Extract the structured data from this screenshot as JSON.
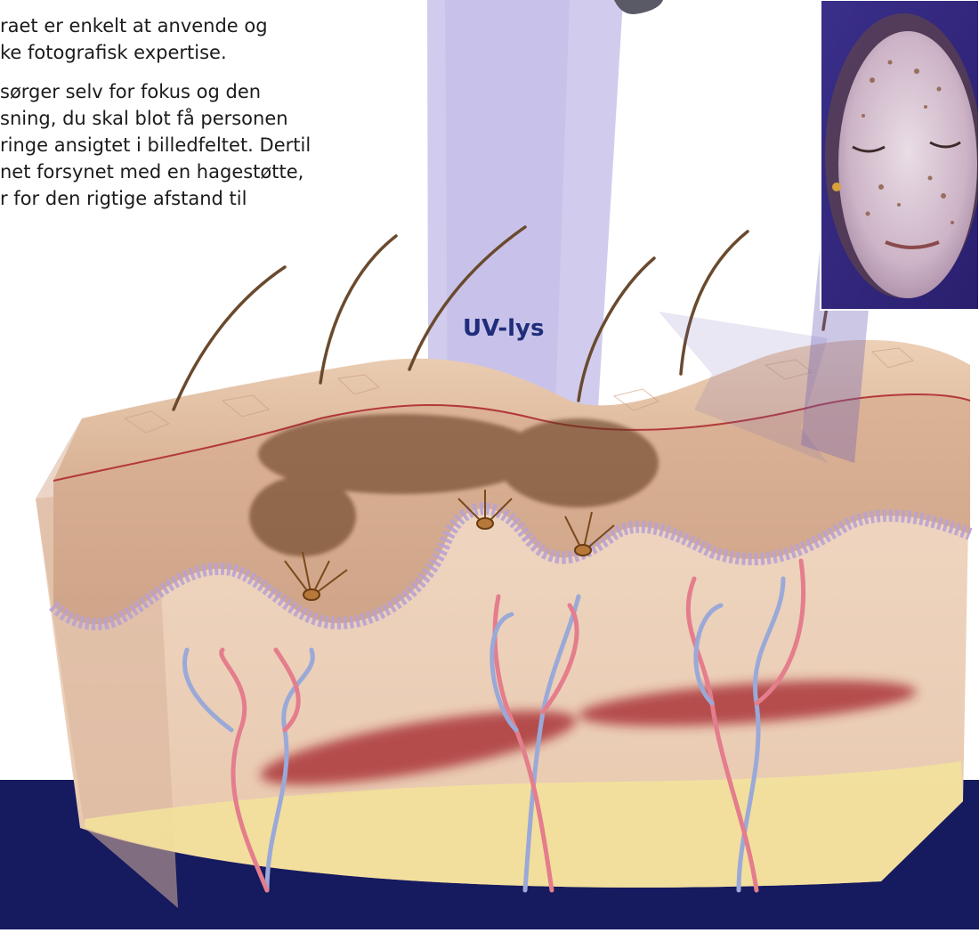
{
  "intro": {
    "paragraph1": [
      "raet er enkelt at anvende og",
      "ke fotografisk expertise."
    ],
    "paragraph2": [
      "sørger selv for fokus og den",
      "sning, du skal blot få personen",
      "ringe ansigtet i billedfeltet. Dertil",
      "net forsynet med en hagestøtte,",
      "r for den rigtige afstand til"
    ]
  },
  "diagram": {
    "uv_label": "UV-lys"
  },
  "colors": {
    "navy_band": "#161a5e",
    "uv_beam": "#9a8fd6",
    "label_blue": "#1f2d7a",
    "skin_top": "#e6c3a6",
    "epidermis": "#ddb89c",
    "dermis": "#edd3bd",
    "fat": "#f3e39a",
    "melanin": "#5a3318",
    "blood": "#a3202a"
  },
  "icons": [
    "skin-cross-section",
    "face-photo",
    "uv-beam",
    "hair",
    "melanocyte",
    "blood-vessel"
  ]
}
